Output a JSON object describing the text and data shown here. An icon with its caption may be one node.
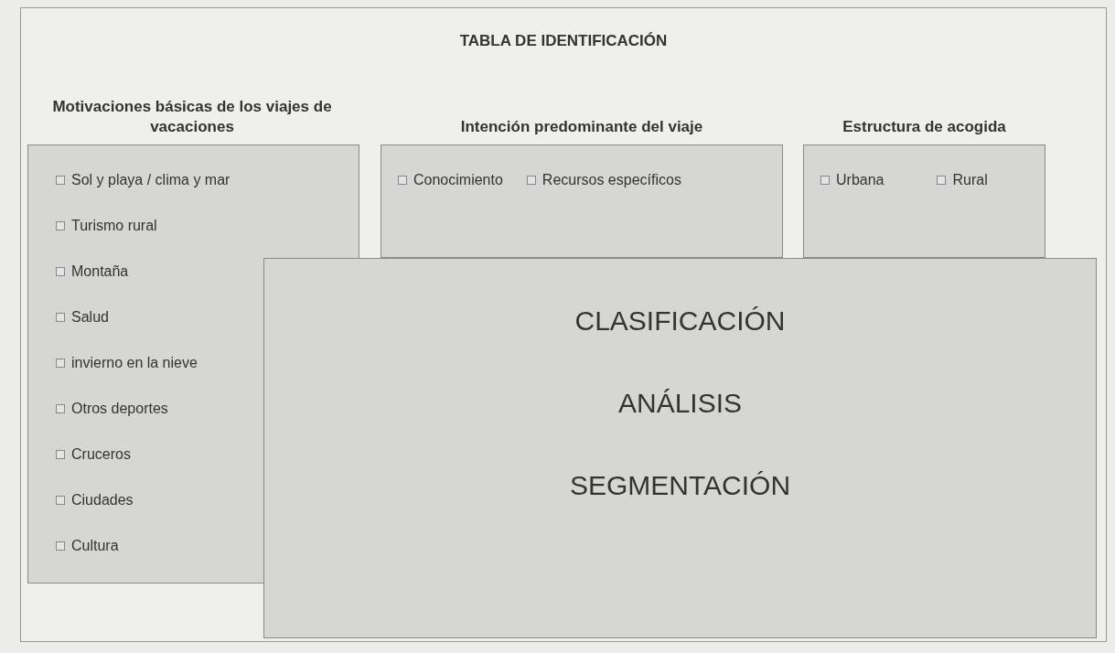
{
  "diagram": {
    "title": "TABLA DE IDENTIFICACIÓN",
    "nodes": [
      {
        "text": [
          "Motivaciones básicas de los viajes de vacaciones",
          "Sol y playa / clima y mar",
          "Turismo rural",
          "Montaña",
          "Salud",
          "invierno en la nieve",
          "Otros deportes",
          "Cruceros",
          "Ciudades",
          "Cultura"
        ]
      },
      {
        "text": [
          "Intención predominante del viaje",
          "Conocimiento",
          "Recursos específicos"
        ]
      },
      {
        "text": [
          "Estructura de acogida",
          "Urbana",
          "Rural"
        ]
      },
      {
        "text": [
          "CLASIFICACIÓN",
          "ANÁLISIS",
          "SEGMENTACIÓN"
        ]
      }
    ]
  }
}
